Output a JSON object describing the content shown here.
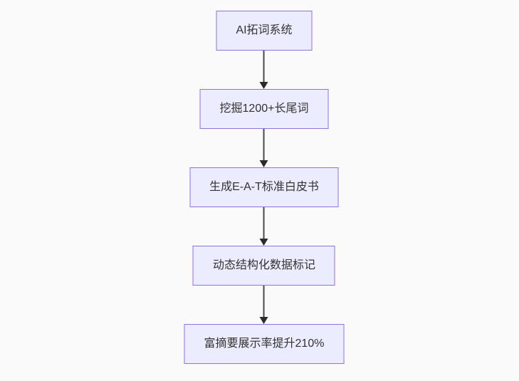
{
  "flowchart": {
    "type": "flowchart-vertical-top-down",
    "colors": {
      "node_fill": "#ECECFF",
      "node_border": "#9370DB",
      "edge_color": "#333333",
      "text_color": "#333333",
      "background": "#fafafa"
    },
    "nodes": [
      {
        "id": "n1",
        "label": "AI拓词系统"
      },
      {
        "id": "n2",
        "label": "挖掘1200+长尾词"
      },
      {
        "id": "n3",
        "label": "生成E-A-T标准白皮书"
      },
      {
        "id": "n4",
        "label": "动态结构化数据标记"
      },
      {
        "id": "n5",
        "label": "富摘要展示率提升210%"
      }
    ],
    "edges": [
      {
        "from": "n1",
        "to": "n2",
        "arrow": "down"
      },
      {
        "from": "n2",
        "to": "n3",
        "arrow": "down"
      },
      {
        "from": "n3",
        "to": "n4",
        "arrow": "down"
      },
      {
        "from": "n4",
        "to": "n5",
        "arrow": "down"
      }
    ]
  }
}
